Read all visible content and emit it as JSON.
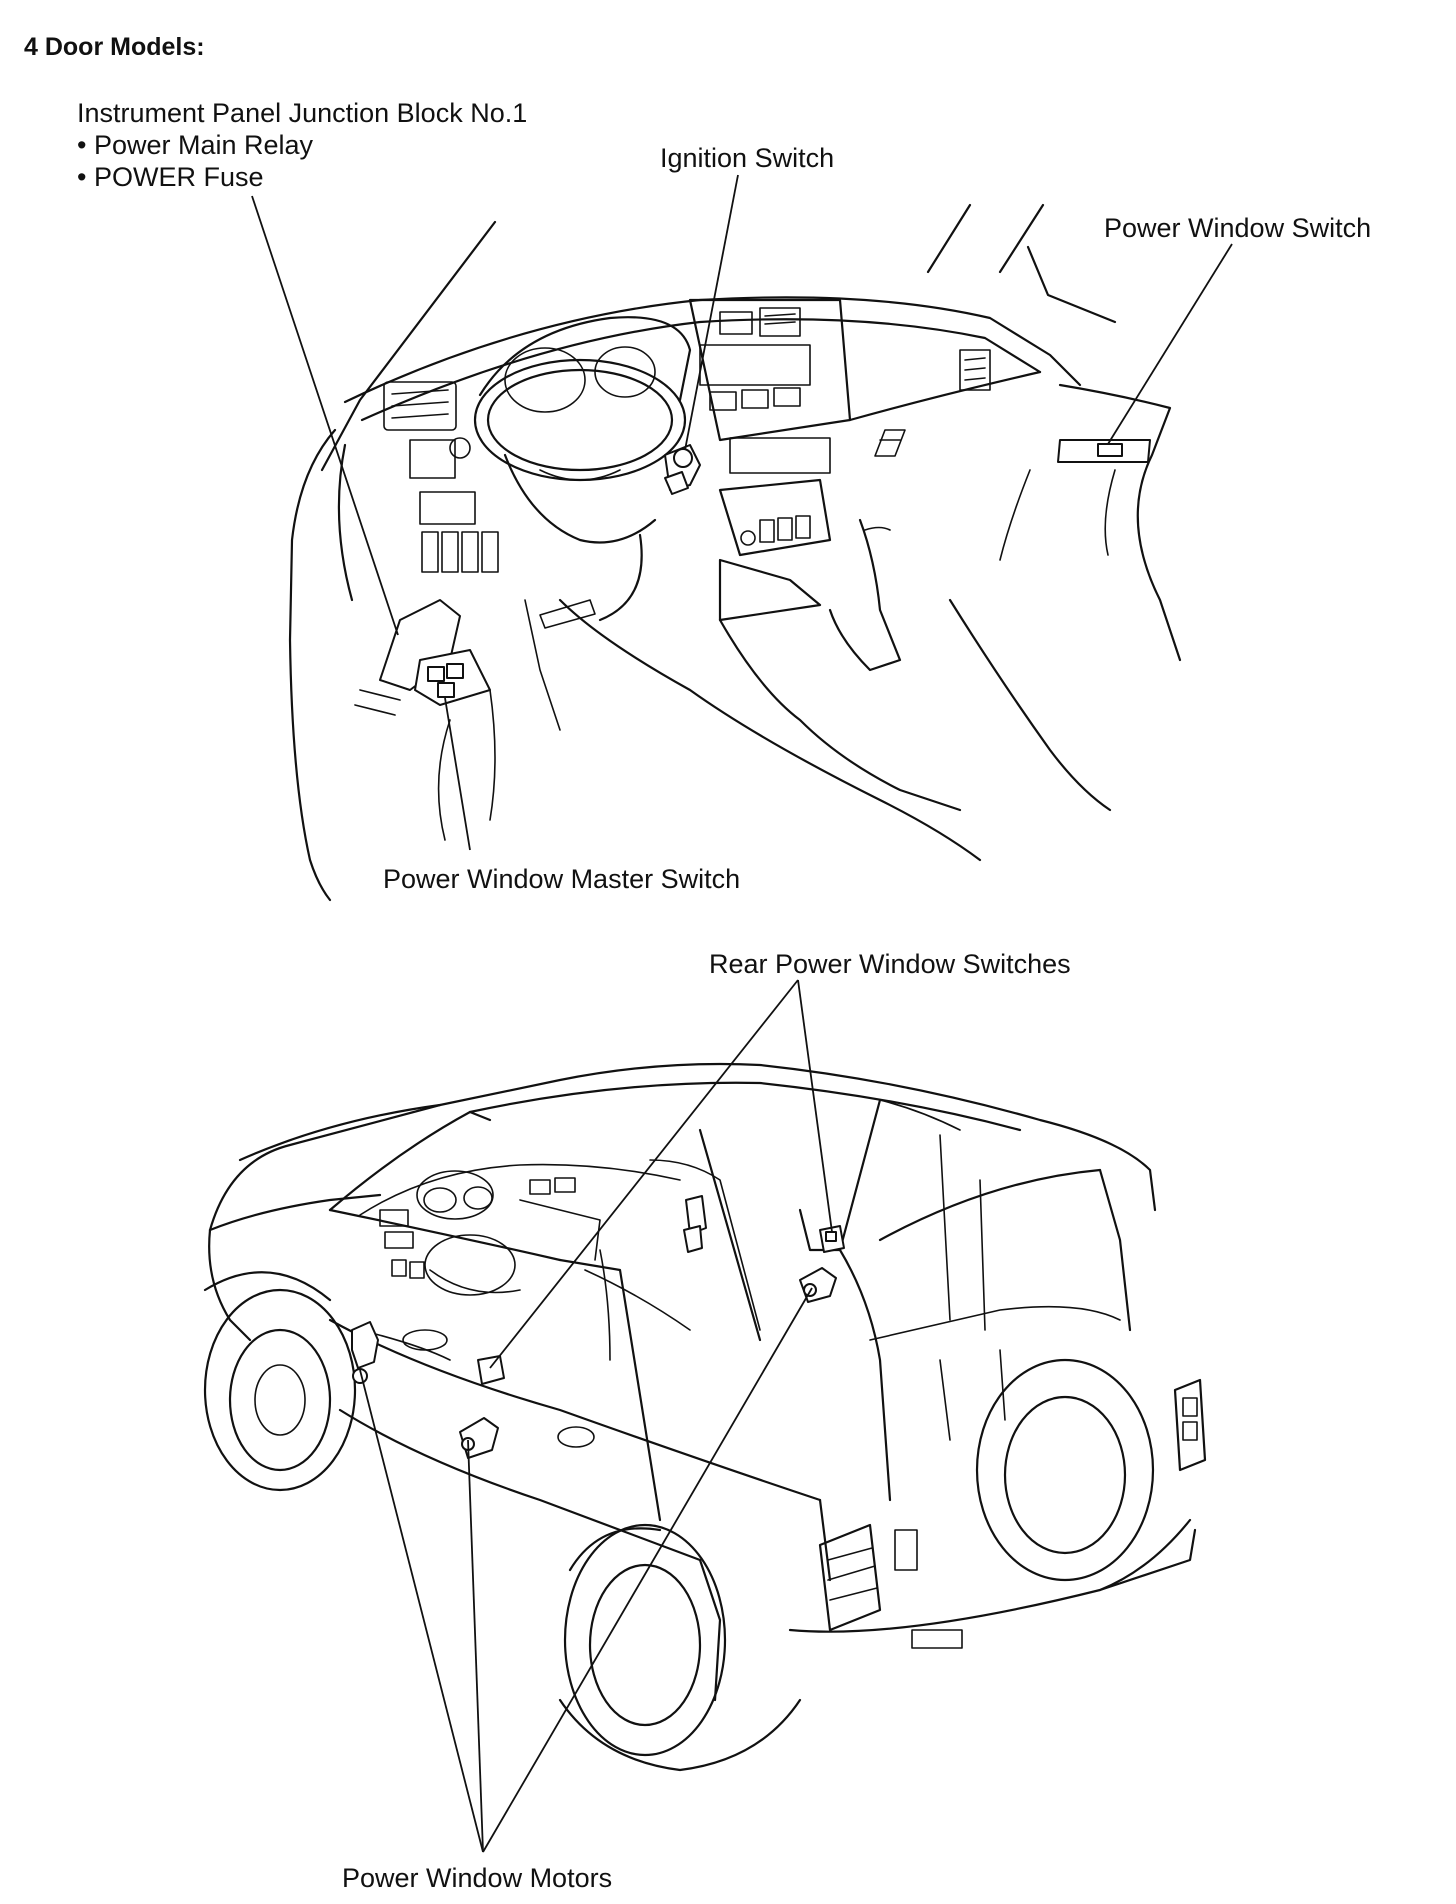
{
  "heading": "4 Door Models:",
  "labels": {
    "junction_block": "Instrument Panel Junction Block No.1",
    "power_main_relay": "• Power Main Relay",
    "power_fuse": "• POWER Fuse",
    "ignition_switch": "Ignition Switch",
    "power_window_switch": "Power Window Switch",
    "power_window_master_switch": "Power Window Master Switch",
    "rear_power_window_switches": "Rear Power Window Switches",
    "power_window_motors": "Power Window Motors"
  },
  "colors": {
    "ink": "#111111",
    "paper": "#ffffff"
  }
}
